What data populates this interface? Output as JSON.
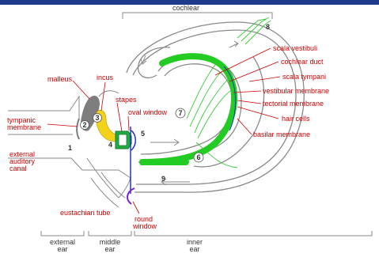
{
  "colors": {
    "topbar": "#1e3a8a",
    "label_red": "#cc0000",
    "outline_gray": "#8a8a8a",
    "dark_text": "#333333",
    "green_fill": "#22cc22",
    "green_fiber": "#33cc33",
    "yellow_incus": "#f2d21a",
    "malleus_gray": "#7d7d7d",
    "window_blue": "#2233cc",
    "round_window_purple": "#7a22cc"
  },
  "labels": {
    "cochlear": "cochlear",
    "scala_vestibuli": "scala vestibuli",
    "cochlear_duct": "cochlear duct",
    "scala_tympani": "scala tympani",
    "vestibular_membrane": "vestibular membrane",
    "tectorial_membrane": "tectorial membrane",
    "hair_cells": "hair cells",
    "basilar_membrane": "basilar membrane",
    "malleus": "malleus",
    "incus": "incus",
    "stapes": "stapes",
    "oval_window": "oval window",
    "tympanic_membrane_1": "tympanic",
    "tympanic_membrane_2": "membrane",
    "external_auditory_canal_1": "external",
    "external_auditory_canal_2": "auditory",
    "external_auditory_canal_3": "canal",
    "round_window_1": "round",
    "round_window_2": "window",
    "eustachian_tube": "eustachian tube"
  },
  "numbers": {
    "n1": "1",
    "n2": "2",
    "n3": "3",
    "n4": "4",
    "n5": "5",
    "n6": "6",
    "n7": "7",
    "n8": "8",
    "n9": "9"
  },
  "regions": {
    "external_1": "external",
    "external_2": "ear",
    "middle_1": "middle",
    "middle_2": "ear",
    "inner_1": "inner",
    "inner_2": "ear"
  }
}
